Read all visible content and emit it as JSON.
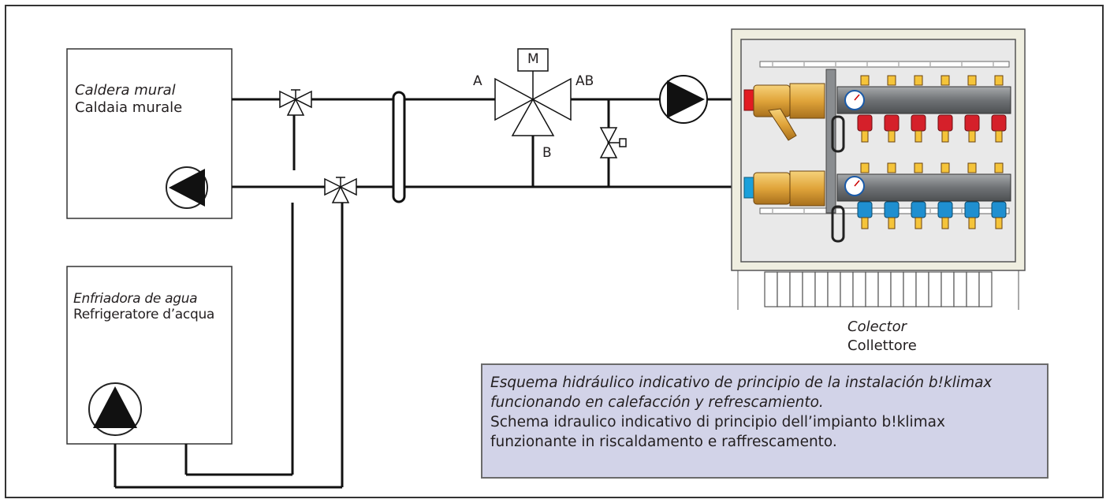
{
  "labels": {
    "boiler_es": "Caldera mural",
    "boiler_it": "Caldaia murale",
    "chiller_es": "Enfriadora de agua",
    "chiller_it": "Refrigeratore d’acqua",
    "manifold_es": "Colector",
    "manifold_it": "Collettore",
    "valve_motor": "M",
    "port_a": "A",
    "port_ab": "AB",
    "port_b": "B"
  },
  "caption": {
    "es_line1": "Esquema hidráulico indicativo de principio de la instalación b!klimax",
    "es_line2": "funcionando en calefacción y refrescamiento.",
    "it_line1": "Schema idraulico indicativo di principio dell’impianto b!klimax",
    "it_line2": "funzionante in riscaldamento e raffrescamento."
  },
  "colors": {
    "hot_pipe": "#e21b22",
    "cold_pipe": "#1ba0db",
    "cabinet_frame": "#efeee0",
    "manifold_bar": "#7a7d80",
    "brass": "#e0a43a",
    "caption_bg": "#d2d3e8"
  }
}
